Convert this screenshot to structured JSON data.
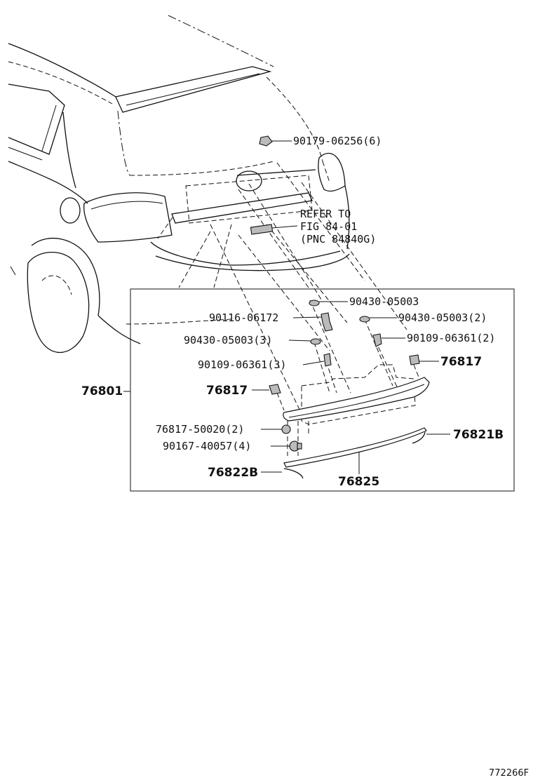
{
  "callouts": {
    "c1": "90179-06256(6)",
    "refer_line1": "REFER TO",
    "refer_line2": "FIG 84-01",
    "refer_line3": "(PNC 84840G)",
    "c2": "90430-05003",
    "c3": "90116-06172",
    "c4": "90430-05003(2)",
    "c5": "90430-05003(3)",
    "c6": "90109-06361(2)",
    "c7": "90109-06361(3)",
    "c8": "76817",
    "c9": "76801",
    "c10": "76817",
    "c11": "76817-50020(2)",
    "c12": "76821B",
    "c13": "90167-40057(4)",
    "c14": "76822B",
    "c15": "76825"
  },
  "footer": {
    "code": "772266F"
  }
}
